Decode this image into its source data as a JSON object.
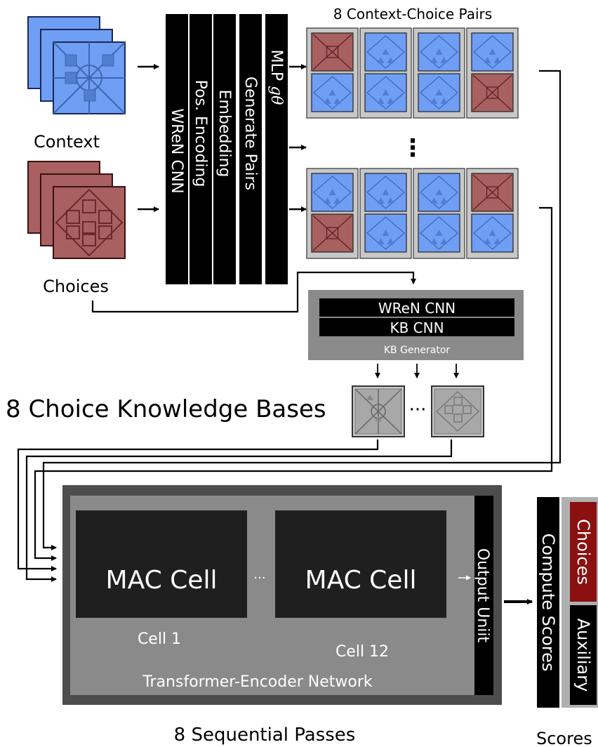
{
  "labels": {
    "context": "Context",
    "choices": "Choices",
    "pairs_title": "8  Context-Choice Pairs",
    "pairs_dots": "⋮",
    "kb_title": "8 Choice Knowledge Bases",
    "kb_dots": "···",
    "sequential": "8 Sequential Passes",
    "scores": "Scores"
  },
  "pipeline": [
    {
      "key": "wren_cnn",
      "label": "WReN CNN"
    },
    {
      "key": "pos_encoding",
      "label": "Pos. Encoding"
    },
    {
      "key": "embedding",
      "label": "Embedding"
    },
    {
      "key": "generate_pairs",
      "label": "Generate Pairs"
    },
    {
      "key": "mlp",
      "label": "MLP ",
      "symbol": "gθ"
    }
  ],
  "kb_generator": {
    "rows": [
      "WReN CNN",
      "KB CNN"
    ],
    "caption": "KB Generator"
  },
  "network": {
    "cells": [
      {
        "label": "MAC Cell",
        "caption": "Cell 1"
      },
      {
        "label": "MAC Cell",
        "caption": "Cell 12"
      }
    ],
    "between": "···",
    "caption": "Transformer-Encoder Network",
    "output": "Output Uniit"
  },
  "score_unit": {
    "label": "Compute Scores",
    "heads": [
      "Choices",
      "Auxiliary"
    ]
  },
  "colors": {
    "context_blue": "#6f9ef5",
    "choice_red": "#a86060",
    "choice_dark_red": "#8b1010",
    "black": "#000000",
    "dark_gray": "#4d4d4d",
    "mid_gray": "#8a8a8a",
    "light_gray": "#c8c8c8"
  }
}
